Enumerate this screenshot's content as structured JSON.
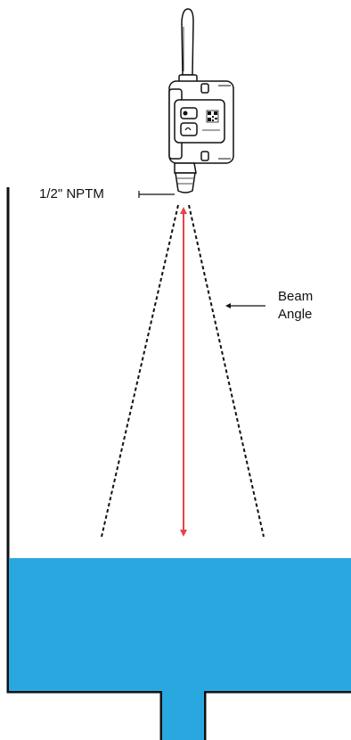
{
  "labels": {
    "fitting": "1/2\" NPTM",
    "beam_line1": "Beam",
    "beam_line2": "Angle"
  },
  "colors": {
    "liquid": "#29a8e0",
    "measurement_arrow": "#e0454a",
    "outline": "#111111",
    "beam": "#111111",
    "background": "#ffffff"
  },
  "icons": {
    "sensor": "ultrasonic-level-sensor-icon",
    "qr": "qr-code-icon"
  }
}
